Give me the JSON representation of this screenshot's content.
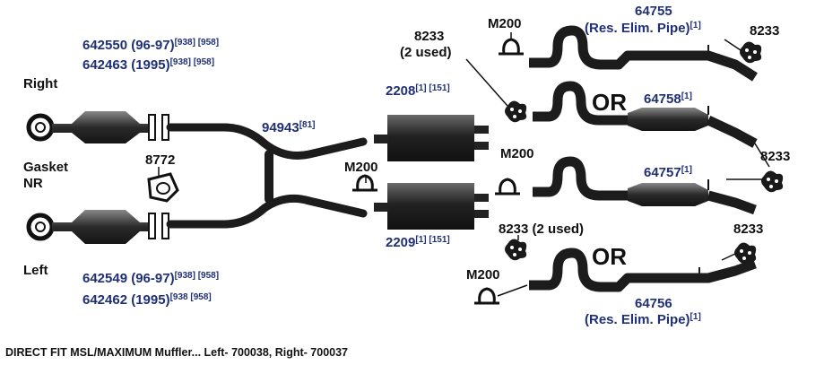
{
  "labels": {
    "right_upper_part": "642550 (96-97)",
    "right_upper_refs": "[938] [958]",
    "right_lower_part": "642463 (1995)",
    "right_lower_refs": "[938] [958]",
    "right": "Right",
    "left": "Left",
    "gasket_line1": "Gasket",
    "gasket_line2": "NR",
    "gasket_part": "8772",
    "pipe_part": "94943",
    "pipe_refs": "[81]",
    "muffler_upper_part": "2208",
    "muffler_upper_refs": "[1] [151]",
    "muffler_lower_part": "2209",
    "muffler_lower_refs": "[1] [151]",
    "clamp_mid": "M200",
    "clamp_upper": "M200",
    "clamp_right_mid": "M200",
    "clamp_lower": "M200",
    "hanger_top_line1": "8233",
    "hanger_top_line2": "(2 used)",
    "hanger_right_top": "8233",
    "hanger_right_mid": "8233",
    "hanger_mid_used": "8233 (2 used)",
    "hanger_right_low": "8233",
    "tailpipe_a_part": "64755",
    "tailpipe_a_desc": "(Res. Elim. Pipe)",
    "tailpipe_a_refs": "[1]",
    "tailpipe_b_part": "64758",
    "tailpipe_b_refs": "[1]",
    "tailpipe_c_part": "64757",
    "tailpipe_c_refs": "[1]",
    "tailpipe_d_part": "64756",
    "tailpipe_d_desc": "(Res. Elim. Pipe)",
    "tailpipe_d_refs": "[1]",
    "or_upper": "OR",
    "or_lower": "OR",
    "left_upper_part": "642549 (96-97)",
    "left_upper_refs": "[938] [958]",
    "left_lower_part": "642462 (1995)",
    "left_lower_refs": "[938 [958]"
  },
  "caption": "DIRECT FIT MSL/MAXIMUM Muffler... Left- 700038, Right- 700037"
}
